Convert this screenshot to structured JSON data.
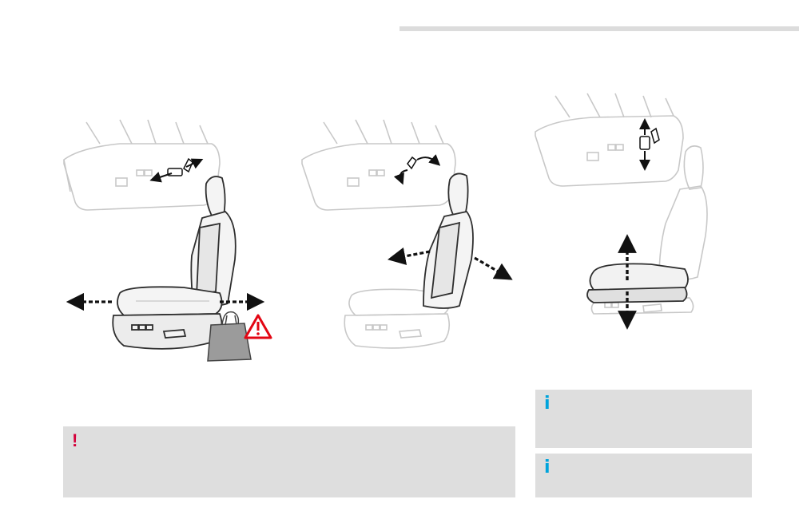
{
  "colors": {
    "accent_bar": "#dcdcdc",
    "note_box": "#dedede",
    "warning_mark": "#d4003a",
    "info_mark": "#00a4dc",
    "hazard_red": "#e30613",
    "arrow": "#111111",
    "seat_outline": "#2e2e2e",
    "seat_faded": "#c8c8c8"
  },
  "illustrations": [
    {
      "icon": "seat-longitudinal-adjust-illustration",
      "hazard_icon": "warning-triangle-icon"
    },
    {
      "icon": "seat-backrest-recline-illustration"
    },
    {
      "icon": "seat-height-adjust-illustration"
    }
  ],
  "notes": {
    "warning": {
      "icon": "exclamation-icon",
      "glyph": "!"
    },
    "info_1": {
      "icon": "info-icon",
      "glyph": "i"
    },
    "info_2": {
      "icon": "info-icon",
      "glyph": "i"
    }
  }
}
